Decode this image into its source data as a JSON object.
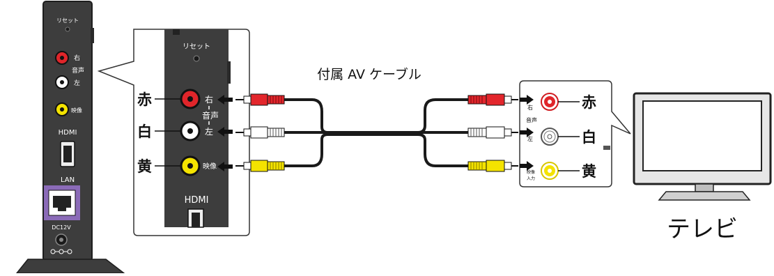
{
  "device_small": {
    "reset_label": "リセット",
    "audio_right": "右",
    "audio_word": "音声",
    "audio_left": "左",
    "video_label": "映像",
    "hdmi_label": "HDMI",
    "lan_label": "LAN",
    "dc_label": "DC12V"
  },
  "device_zoom": {
    "reset_label": "リセット",
    "audio_right": "右",
    "audio_word": "音声",
    "audio_left": "左",
    "video_label": "映像",
    "hdmi_label": "HDMI",
    "color_red": "赤",
    "color_white": "白",
    "color_yellow": "黄"
  },
  "cable": {
    "label": "付属 AV ケーブル"
  },
  "tv_panel": {
    "audio_right": "右",
    "audio_word": "音声",
    "audio_left": "左",
    "video_label": "映像",
    "input_label": "入力",
    "color_red": "赤",
    "color_white": "白",
    "color_yellow": "黄"
  },
  "tv": {
    "label": "テレビ"
  },
  "colors": {
    "device_body": "#3d3d3d",
    "jack_red": "#e0252a",
    "plug_red": "#e3262c",
    "plug_yellow": "#f4e300",
    "plug_white": "#ffffff",
    "lan_highlight": "#8b6bb8",
    "tv_frame": "#e6e6e6"
  }
}
